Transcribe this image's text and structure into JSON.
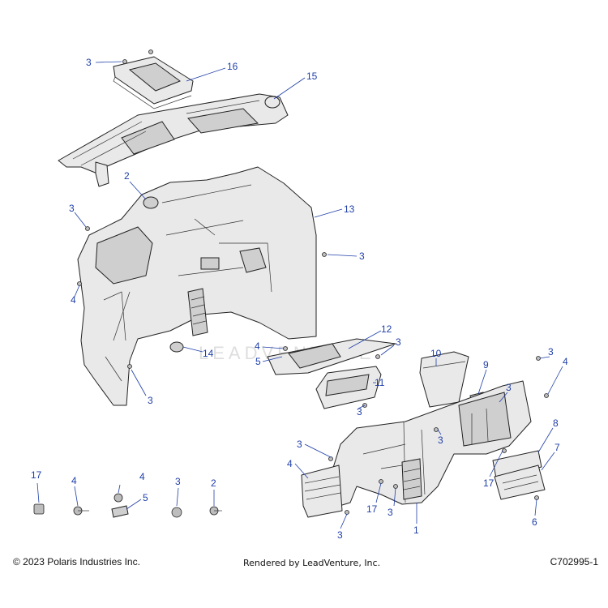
{
  "watermark": "LEADVENTURE",
  "callouts": [
    {
      "id": "c-3-top-left",
      "text": "3"
    },
    {
      "id": "c-16",
      "text": "16"
    },
    {
      "id": "c-15",
      "text": "15"
    },
    {
      "id": "c-2-upper",
      "text": "2"
    },
    {
      "id": "c-3-left",
      "text": "3"
    },
    {
      "id": "c-13",
      "text": "13"
    },
    {
      "id": "c-3-right-upper",
      "text": "3"
    },
    {
      "id": "c-4-left",
      "text": "4"
    },
    {
      "id": "c-12",
      "text": "12"
    },
    {
      "id": "c-3-mid-right",
      "text": "3"
    },
    {
      "id": "c-4-mid",
      "text": "4"
    },
    {
      "id": "c-5-mid",
      "text": "5"
    },
    {
      "id": "c-14",
      "text": "14"
    },
    {
      "id": "c-3-lower-left",
      "text": "3"
    },
    {
      "id": "c-10",
      "text": "10"
    },
    {
      "id": "c-9",
      "text": "9"
    },
    {
      "id": "c-3-top-console",
      "text": "3"
    },
    {
      "id": "c-3-far-right",
      "text": "3"
    },
    {
      "id": "c-4-far-right",
      "text": "4"
    },
    {
      "id": "c-11",
      "text": "11"
    },
    {
      "id": "c-3-glovebox",
      "text": "3"
    },
    {
      "id": "c-3-dash-center",
      "text": "3"
    },
    {
      "id": "c-8",
      "text": "8"
    },
    {
      "id": "c-3-dash-left",
      "text": "3"
    },
    {
      "id": "c-7",
      "text": "7"
    },
    {
      "id": "c-4-dash-left",
      "text": "4"
    },
    {
      "id": "c-17-right",
      "text": "17"
    },
    {
      "id": "c-17-mid",
      "text": "17"
    },
    {
      "id": "c-3-dash-low",
      "text": "3"
    },
    {
      "id": "c-1",
      "text": "1"
    },
    {
      "id": "c-6",
      "text": "6"
    },
    {
      "id": "c-3-bottom",
      "text": "3"
    },
    {
      "id": "c-17-legend",
      "text": "17"
    },
    {
      "id": "c-4-legend",
      "text": "4"
    },
    {
      "id": "c-4-legend-b",
      "text": "4"
    },
    {
      "id": "c-5-legend",
      "text": "5"
    },
    {
      "id": "c-3-legend",
      "text": "3"
    },
    {
      "id": "c-2-legend",
      "text": "2"
    }
  ],
  "footer": {
    "copyright": "© 2023 Polaris Industries Inc.",
    "rendered_by": "Rendered by LeadVenture, Inc.",
    "diagram_code": "C702995-1"
  }
}
